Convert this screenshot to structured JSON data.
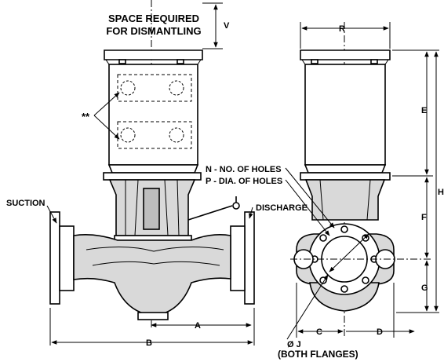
{
  "labels": {
    "space_required": "SPACE REQUIRED",
    "for_dismantling": "FOR DISMANTLING",
    "asterisks": "**",
    "suction": "SUCTION",
    "discharge": "DISCHARGE",
    "holes_no": "N - NO. OF HOLES",
    "holes_dia": "P - DIA. OF HOLES",
    "both_flanges": "(BOTH FLANGES)"
  },
  "dimensions": {
    "V": "V",
    "R": "R",
    "E": "E",
    "H": "H",
    "F": "F",
    "G": "G",
    "A": "A",
    "B": "B",
    "C": "C",
    "D": "D",
    "J": "Ø J"
  }
}
